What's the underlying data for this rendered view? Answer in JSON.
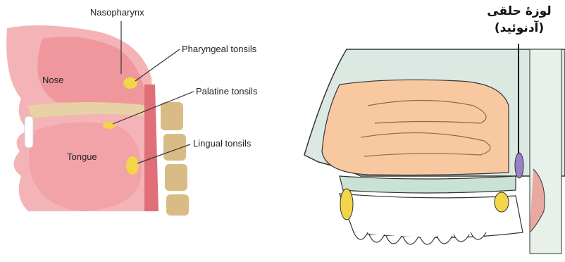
{
  "left_diagram": {
    "labels": {
      "nasopharynx": "Nasopharynx",
      "pharyngeal_tonsils": "Pharyngeal tonsils",
      "palatine_tonsils": "Palatine tonsils",
      "lingual_tonsils": "Lingual tonsils",
      "nose": "Nose",
      "tongue": "Tongue"
    }
  },
  "right_diagram": {
    "labels": {
      "title_line1": "لوزهٔ حلقی",
      "title_line2": "(آدنوئید)"
    }
  },
  "colors": {
    "tissue_pink": "#f2a3a8",
    "tonsil_yellow": "#f3d54a",
    "bone_beige": "#e7d2a6",
    "nasal_cavity": "#f8c9a0",
    "mucosa_green": "#c8e2d6",
    "adenoid_purple": "#9b7fc9"
  }
}
